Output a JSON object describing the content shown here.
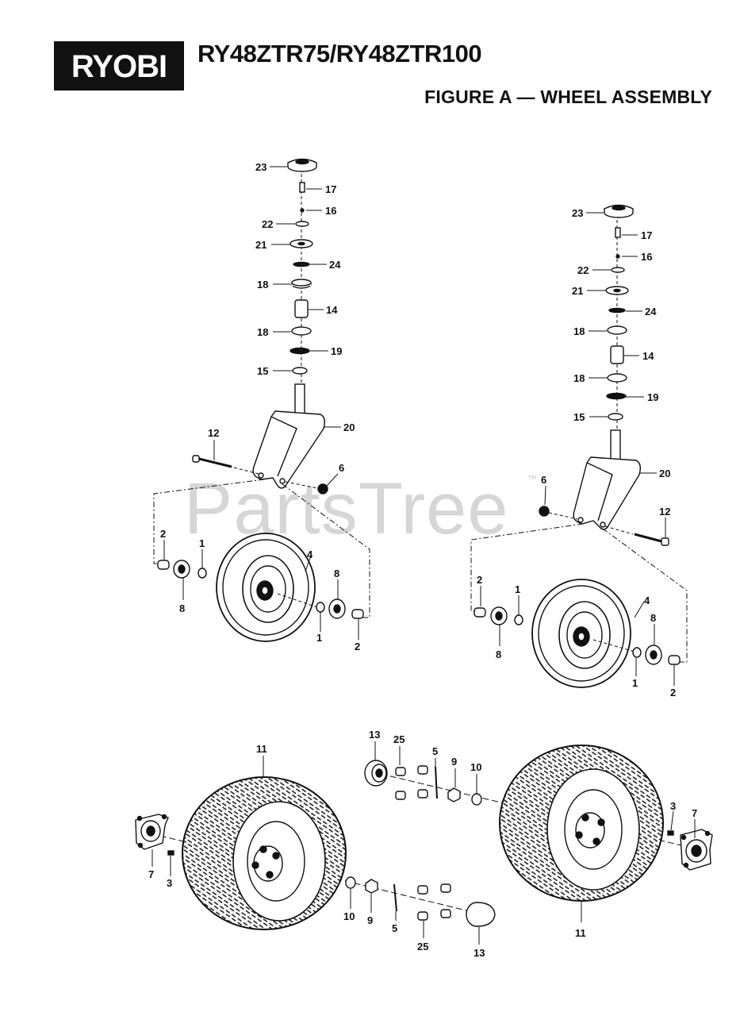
{
  "header": {
    "brand": "RYOBI",
    "model": "RY48ZTR75/RY48ZTR100",
    "figure_title": "FIGURE A — WHEEL ASSEMBLY"
  },
  "watermark": {
    "text": "PartsTree",
    "tm": "TM"
  },
  "callouts": {
    "c1": "1",
    "c2": "2",
    "c3": "3",
    "c4": "4",
    "c5": "5",
    "c6": "6",
    "c7": "7",
    "c8": "8",
    "c9": "9",
    "c10": "10",
    "c11": "11",
    "c12": "12",
    "c13": "13",
    "c14": "14",
    "c15": "15",
    "c16": "16",
    "c17": "17",
    "c18": "18",
    "c19": "19",
    "c20": "20",
    "c21": "21",
    "c22": "22",
    "c23": "23",
    "c24": "24",
    "c25": "25"
  },
  "colors": {
    "ink": "#111111",
    "watermark": "#d6d6d6",
    "background": "#ffffff"
  }
}
